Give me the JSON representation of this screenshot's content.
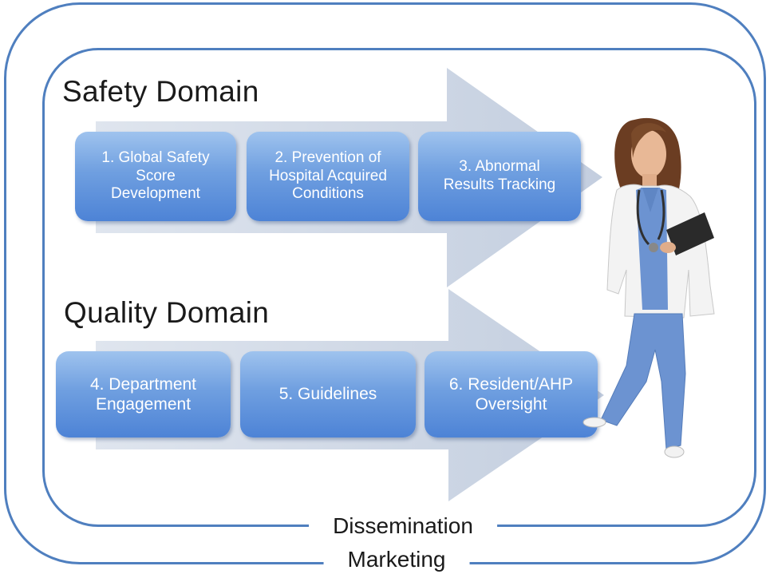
{
  "safety_domain": {
    "title": "Safety Domain",
    "items": [
      "1.  Global Safety\nScore\nDevelopment",
      "2.  Prevention of\nHospital Acquired\nConditions",
      "3.  Abnormal\nResults Tracking"
    ]
  },
  "quality_domain": {
    "title": "Quality  Domain",
    "items": [
      "4.  Department\nEngagement",
      "5.  Guidelines",
      "6.  Resident/AHP\nOversight"
    ]
  },
  "outer_labels": {
    "inner_frame": "Dissemination",
    "outer_frame": "Marketing"
  },
  "colors": {
    "frame": "#4f7fbf",
    "arrow": "#c9d4e3",
    "box_top": "#9fc3ee",
    "box_bottom": "#4d83d6",
    "box_text": "#ffffff"
  },
  "icons": {
    "figure": "doctor-figure-icon"
  }
}
